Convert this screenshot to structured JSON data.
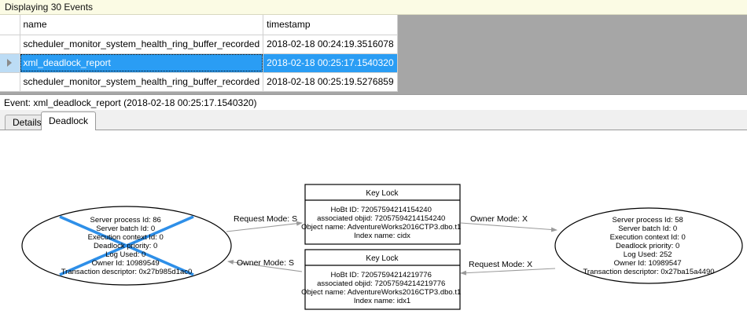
{
  "banner": {
    "text": "Displaying 30 Events"
  },
  "grid": {
    "columns": [
      "",
      "name",
      "timestamp"
    ],
    "rows": [
      {
        "selector": "",
        "name": "scheduler_monitor_system_health_ring_buffer_recorded",
        "timestamp": "2018-02-18 00:24:19.3516078",
        "selected": false
      },
      {
        "selector": "▶",
        "name": "xml_deadlock_report",
        "timestamp": "2018-02-18 00:25:17.1540320",
        "selected": true
      },
      {
        "selector": "",
        "name": "scheduler_monitor_system_health_ring_buffer_recorded",
        "timestamp": "2018-02-18 00:25:19.5276859",
        "selected": false
      }
    ]
  },
  "event_header": {
    "text": "Event: xml_deadlock_report (2018-02-18 00:25:17.1540320)"
  },
  "tabs": [
    {
      "label": "Details",
      "active": false
    },
    {
      "label": "Deadlock",
      "active": true
    }
  ],
  "deadlock_graph": {
    "victim_color": "#2e8fe8",
    "processes": [
      {
        "id": "process-left",
        "victim": true,
        "lines": [
          "Server process Id: 86",
          "Server batch Id: 0",
          "Execution context Id: 0",
          "Deadlock priority: 0",
          "Log Used: 0",
          "Owner Id: 10989549",
          "Transaction descriptor: 0x27b985d1ac0"
        ]
      },
      {
        "id": "process-right",
        "victim": false,
        "lines": [
          "Server process Id: 58",
          "Server batch Id: 0",
          "Execution context Id: 0",
          "Deadlock priority: 0",
          "Log Used: 252",
          "Owner Id: 10989547",
          "Transaction descriptor: 0x27ba15a4490"
        ]
      }
    ],
    "resources": [
      {
        "id": "keylock-top",
        "title": "Key Lock",
        "lines": [
          "HoBt ID: 72057594214154240",
          "associated objid: 72057594214154240",
          "Object name: AdventureWorks2016CTP3.dbo.t1",
          "Index name: cidx"
        ]
      },
      {
        "id": "keylock-bottom",
        "title": "Key Lock",
        "lines": [
          "HoBt ID: 72057594214219776",
          "associated objid: 72057594214219776",
          "Object name: AdventureWorks2016CTP3.dbo.t1",
          "Index name: idx1"
        ]
      }
    ],
    "edges": [
      {
        "id": "edge-left-request",
        "label": "Request Mode: S"
      },
      {
        "id": "edge-right-owner",
        "label": "Owner Mode: X"
      },
      {
        "id": "edge-left-owner",
        "label": "Owner Mode: S"
      },
      {
        "id": "edge-right-request",
        "label": "Request Mode: X"
      }
    ]
  }
}
